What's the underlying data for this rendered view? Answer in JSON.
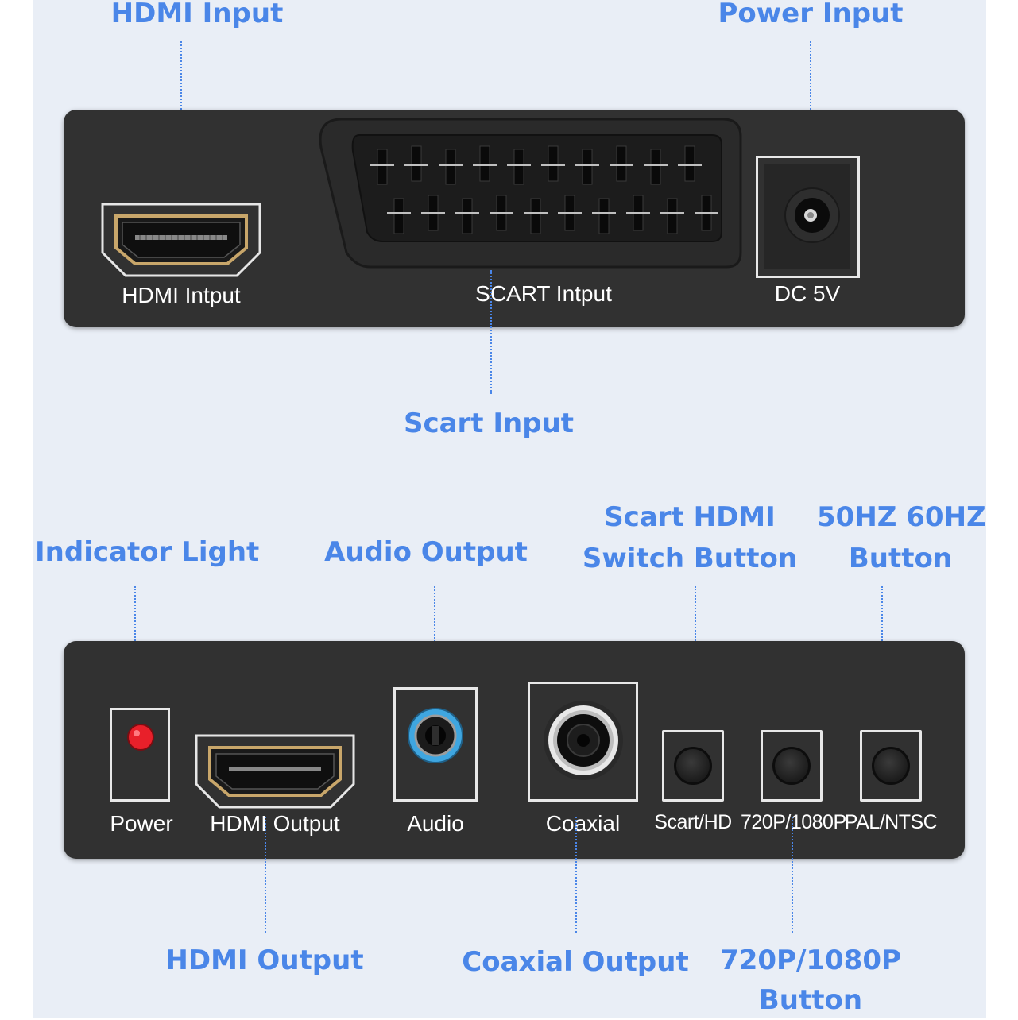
{
  "callouts": {
    "hdmi_input": "HDMI Input",
    "power_input": "Power Input",
    "scart_input": "Scart Input",
    "indicator_light": "Indicator Light",
    "audio_output": "Audio Output",
    "scart_hdmi_switch_line1": "Scart HDMI",
    "scart_hdmi_switch_line2": "Switch Button",
    "hz_button_line1": "50HZ 60HZ",
    "hz_button_line2": "Button",
    "hdmi_output": "HDMI Output",
    "coaxial_output": "Coaxial Output",
    "res_button_line1": "720P/1080P",
    "res_button_line2": "Button"
  },
  "top_panel": {
    "hdmi_port_label": "HDMI Intput",
    "scart_port_label": "SCART Intput",
    "dc_port_label": "DC 5V"
  },
  "bottom_panel": {
    "power_label": "Power",
    "hdmi_output_label": "HDMI Output",
    "audio_label": "Audio",
    "coaxial_label": "Coaxial",
    "scart_hd_label": "Scart/HD",
    "resolution_label": "720P/1080P",
    "pal_ntsc_label": "PAL/NTSC"
  },
  "colors": {
    "callout_text": "#4a86e8",
    "panel": "#313131",
    "background": "#e9eef6",
    "indicator_led": "#e8202a",
    "audio_ring": "#3fa6e0"
  },
  "icons": [
    "hdmi-port-icon",
    "scart-port-icon",
    "dc-jack-icon",
    "led-icon",
    "audio-jack-icon",
    "coaxial-jack-icon",
    "push-button-icon"
  ]
}
